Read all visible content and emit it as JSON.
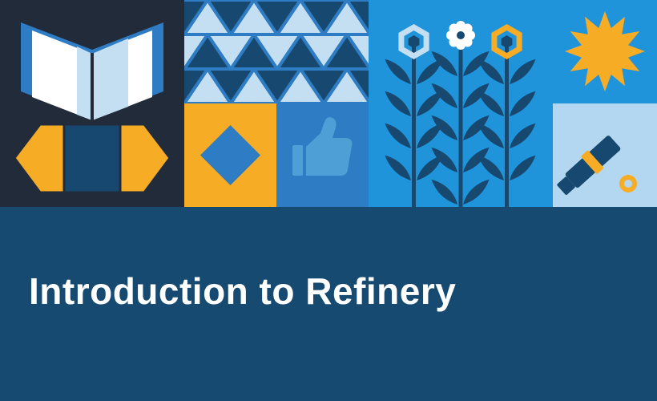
{
  "banner": {
    "title": "Introduction to Refinery"
  },
  "colors": {
    "background_navy": "#174A70",
    "tile_dark": "#212B3A",
    "medium_blue": "#2E7CC3",
    "bright_blue": "#2094DB",
    "light_blue": "#C5DFF2",
    "pale_blue": "#B3D7F0",
    "gold": "#F7AC25",
    "thumb_blue": "#4D9FD6",
    "icon_navy": "#17486F",
    "white": "#FFFFFF"
  },
  "tiles": [
    {
      "name": "open-book-with-bee"
    },
    {
      "name": "triangle-pattern"
    },
    {
      "name": "diamond"
    },
    {
      "name": "thumbs-up"
    },
    {
      "name": "flowers"
    },
    {
      "name": "sunburst"
    },
    {
      "name": "telescope"
    }
  ]
}
